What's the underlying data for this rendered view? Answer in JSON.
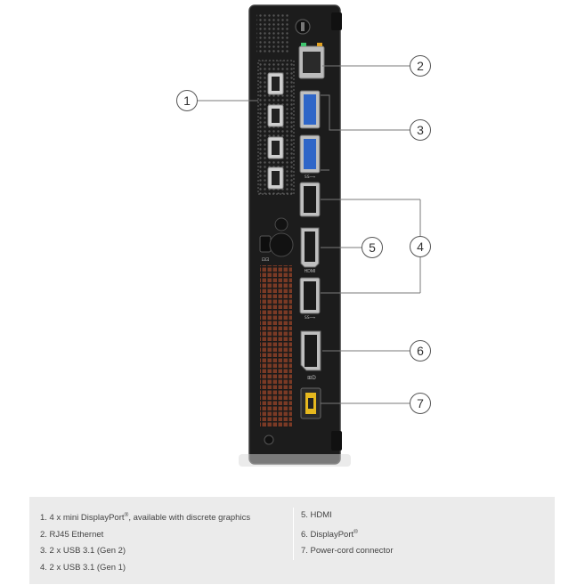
{
  "colors": {
    "chassis": "#1c1c1c",
    "chassis_edge": "#3a3a3a",
    "port_silver": "#cfcfcf",
    "usb_blue": "#2f66c8",
    "power_yellow": "#e6b81e",
    "vent_red": "#7a3a25",
    "leader_line": "#7a7a7a",
    "legend_bg": "#ebebeb",
    "legend_text": "#444444"
  },
  "callouts": [
    {
      "id": "1",
      "label": "1"
    },
    {
      "id": "2",
      "label": "2"
    },
    {
      "id": "3",
      "label": "3"
    },
    {
      "id": "4",
      "label": "4"
    },
    {
      "id": "5",
      "label": "5"
    },
    {
      "id": "6",
      "label": "6"
    },
    {
      "id": "7",
      "label": "7"
    }
  ],
  "port_labels": {
    "hdmi": "HDMI",
    "displayport": "⊞D",
    "usb_gen2": "SS⟶",
    "usb_gen1": "SS⟶",
    "kensington": "⊡⊡"
  },
  "legend": {
    "left": [
      {
        "text": "1. 4 x mini DisplayPort",
        "sup": "®",
        "rest": ", available with discrete graphics"
      },
      {
        "text": "2. RJ45 Ethernet",
        "sup": "",
        "rest": ""
      },
      {
        "text": "3. 2 x USB 3.1 (Gen 2)",
        "sup": "",
        "rest": ""
      },
      {
        "text": "4. 2 x USB 3.1 (Gen 1)",
        "sup": "",
        "rest": ""
      }
    ],
    "right": [
      {
        "text": "5. HDMI",
        "sup": "",
        "rest": ""
      },
      {
        "text": "6. DisplayPort",
        "sup": "®",
        "rest": ""
      },
      {
        "text": "7. Power-cord connector",
        "sup": "",
        "rest": ""
      }
    ]
  }
}
